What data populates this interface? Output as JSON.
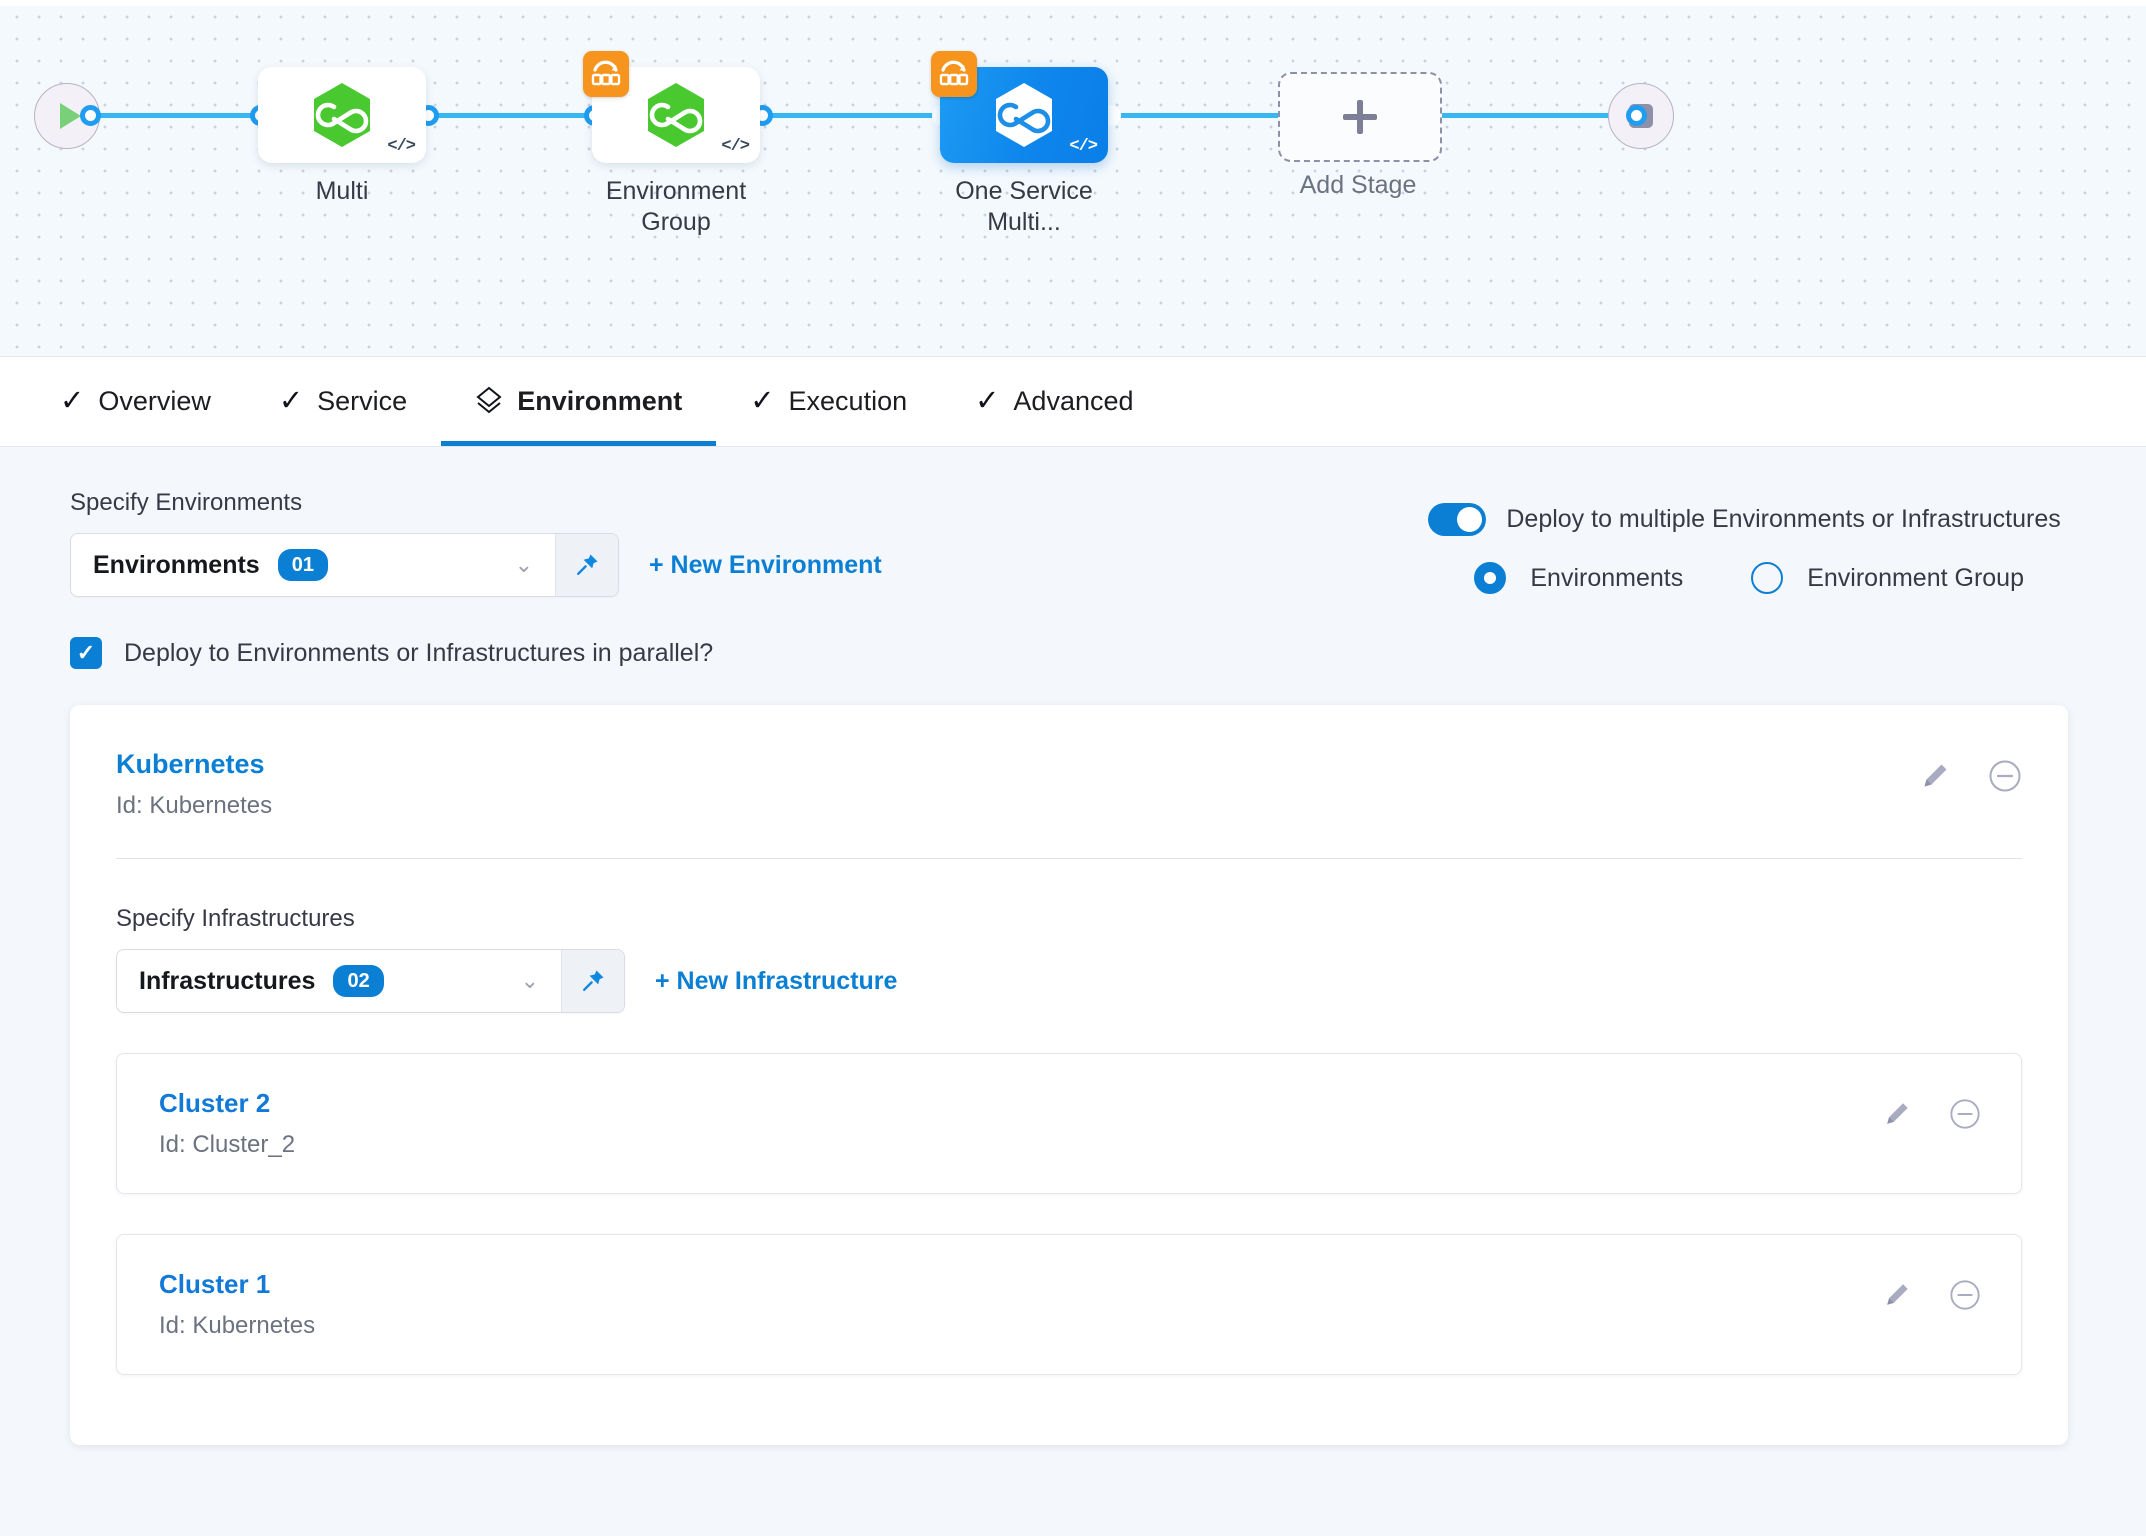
{
  "pipeline": {
    "start_node": {
      "name": "start-node",
      "icon": "play-icon"
    },
    "end_node": {
      "name": "end-node",
      "icon": "stop-icon"
    },
    "add_stage_label": "Add Stage",
    "nodes": [
      {
        "label": "Multi",
        "icon": "harness-hexagon-icon",
        "selected": false,
        "multi_badge": false
      },
      {
        "label": "Environment\nGroup",
        "label_line1": "Environment",
        "label_line2": "Group",
        "icon": "harness-hexagon-icon",
        "selected": false,
        "multi_badge": true
      },
      {
        "label": "One Service Multi...",
        "label_line1": "One Service",
        "label_line2": "Multi...",
        "icon": "harness-hexagon-icon",
        "selected": true,
        "multi_badge": true
      }
    ]
  },
  "tabs": [
    {
      "label": "Overview",
      "icon": "check-icon",
      "active": false
    },
    {
      "label": "Service",
      "icon": "check-icon",
      "active": false
    },
    {
      "label": "Environment",
      "icon": "environment-layers-icon",
      "active": true
    },
    {
      "label": "Execution",
      "icon": "check-icon",
      "active": false
    },
    {
      "label": "Advanced",
      "icon": "check-icon",
      "active": false
    }
  ],
  "environments_section": {
    "label": "Specify Environments",
    "select_text": "Environments",
    "select_count": "01",
    "new_link": "+ New Environment"
  },
  "deploy_options": {
    "toggle_label": "Deploy to multiple Environments or Infrastructures",
    "toggle_on": true,
    "radio_environments": "Environments",
    "radio_environment_group": "Environment Group",
    "selected_radio": "Environments"
  },
  "parallel": {
    "label": "Deploy to Environments or Infrastructures in parallel?",
    "checked": true
  },
  "environment_card": {
    "name": "Kubernetes",
    "id_text": "Id: Kubernetes",
    "edit_icon": "pencil-icon",
    "remove_icon": "minus-circle-icon"
  },
  "infrastructures_section": {
    "label": "Specify Infrastructures",
    "select_text": "Infrastructures",
    "select_count": "02",
    "new_link": "+ New Infrastructure",
    "items": [
      {
        "name": "Cluster 2",
        "id_text": "Id: Cluster_2"
      },
      {
        "name": "Cluster 1",
        "id_text": "Id: Kubernetes"
      }
    ]
  },
  "colors": {
    "accent_blue": "#0b7fd4",
    "edge_blue": "#38b6f4",
    "node_green": "#4ac830",
    "badge_orange": "#f7941e",
    "link_blue": "#1279d6",
    "muted_text": "#6b7280"
  }
}
